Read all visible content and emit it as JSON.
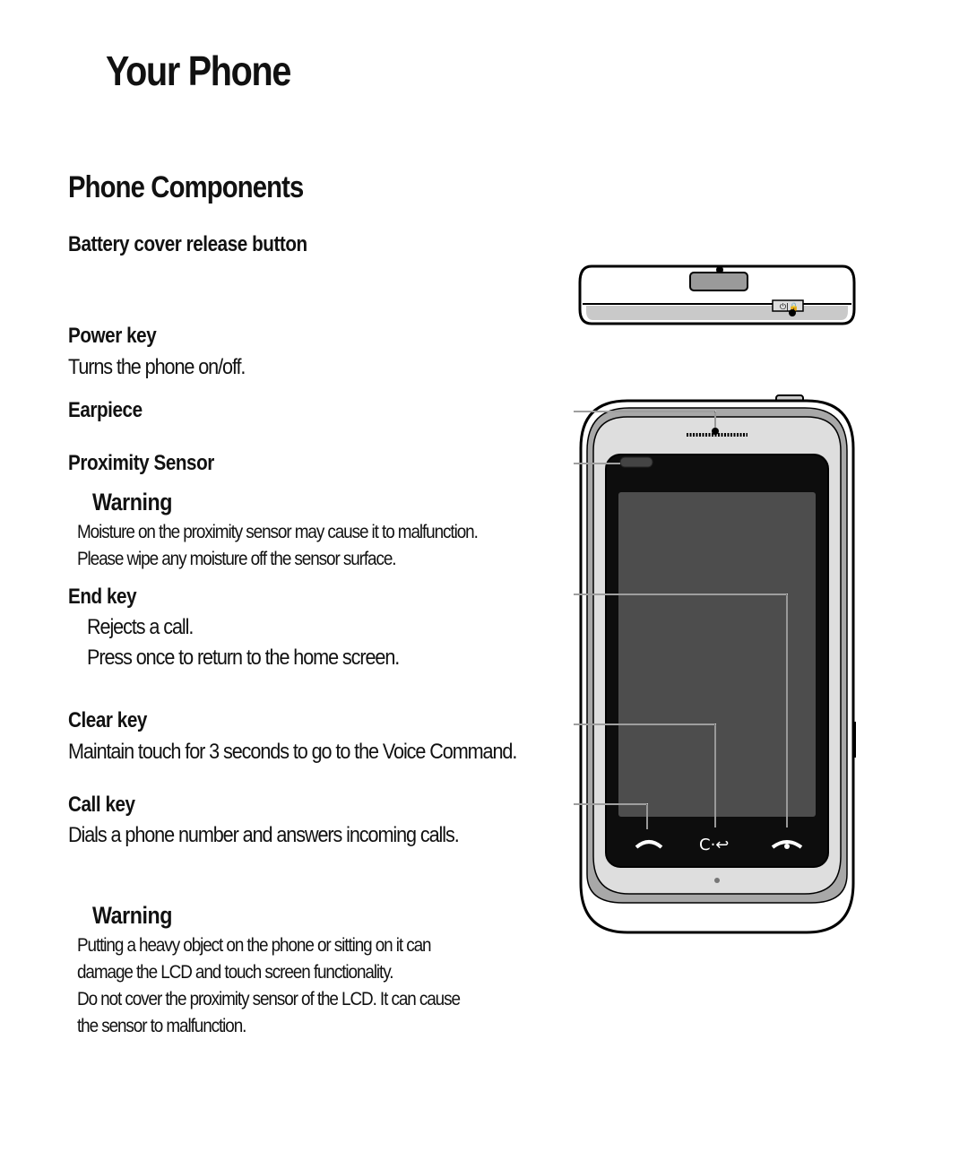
{
  "page": {
    "title": "Your Phone",
    "section_title": "Phone Components"
  },
  "components": {
    "battery_cover": {
      "label": "Battery cover release button"
    },
    "power_key": {
      "label": "Power key",
      "desc": "Turns the phone on/off."
    },
    "earpiece": {
      "label": "Earpiece"
    },
    "proximity_sensor": {
      "label": "Proximity Sensor"
    },
    "warning1": {
      "title": "Warning",
      "lines": [
        "Moisture on the proximity sensor may cause it to malfunction.",
        "Please wipe any moisture off the sensor surface."
      ]
    },
    "end_key": {
      "label": "End key",
      "desc_lines": [
        "Rejects a call.",
        "Press once to return to the home screen."
      ]
    },
    "clear_key": {
      "label": "Clear key",
      "desc": "Maintain touch for 3 seconds to go to the Voice Command."
    },
    "call_key": {
      "label": "Call key",
      "desc": "Dials a phone number and answers incoming calls."
    },
    "warning2": {
      "title": "Warning",
      "lines": [
        "Putting a heavy object on the phone or sitting on it can",
        "damage the LCD and touch screen functionality.",
        "Do not cover the proximity sensor of the LCD. It can cause",
        "the sensor to malfunction."
      ]
    }
  }
}
